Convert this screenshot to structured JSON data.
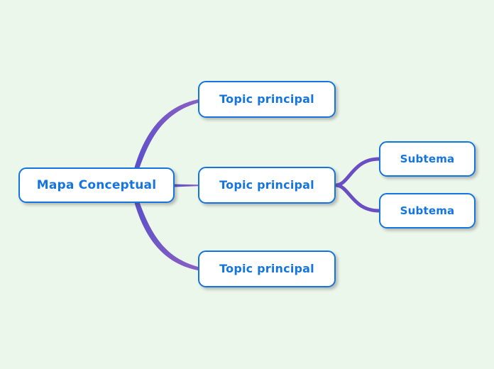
{
  "document": {
    "title": "Mapa Conceptual",
    "background_color": "#ecf7ec"
  },
  "theme": {
    "node_fill": "#ffffff",
    "node_border": "#1475e1",
    "node_text": "#1475e1",
    "connector_color": "#6a4fc4",
    "connector_color_alt": "#7b55c9",
    "shadow_color": "#3c3c3c"
  },
  "mindmap": {
    "root": {
      "label": "Mapa Conceptual"
    },
    "branches": [
      {
        "label": "Topic principal",
        "children": []
      },
      {
        "label": "Topic principal",
        "children": [
          {
            "label": "Subtema"
          },
          {
            "label": "Subtema"
          }
        ]
      },
      {
        "label": "Topic principal",
        "children": []
      }
    ]
  }
}
